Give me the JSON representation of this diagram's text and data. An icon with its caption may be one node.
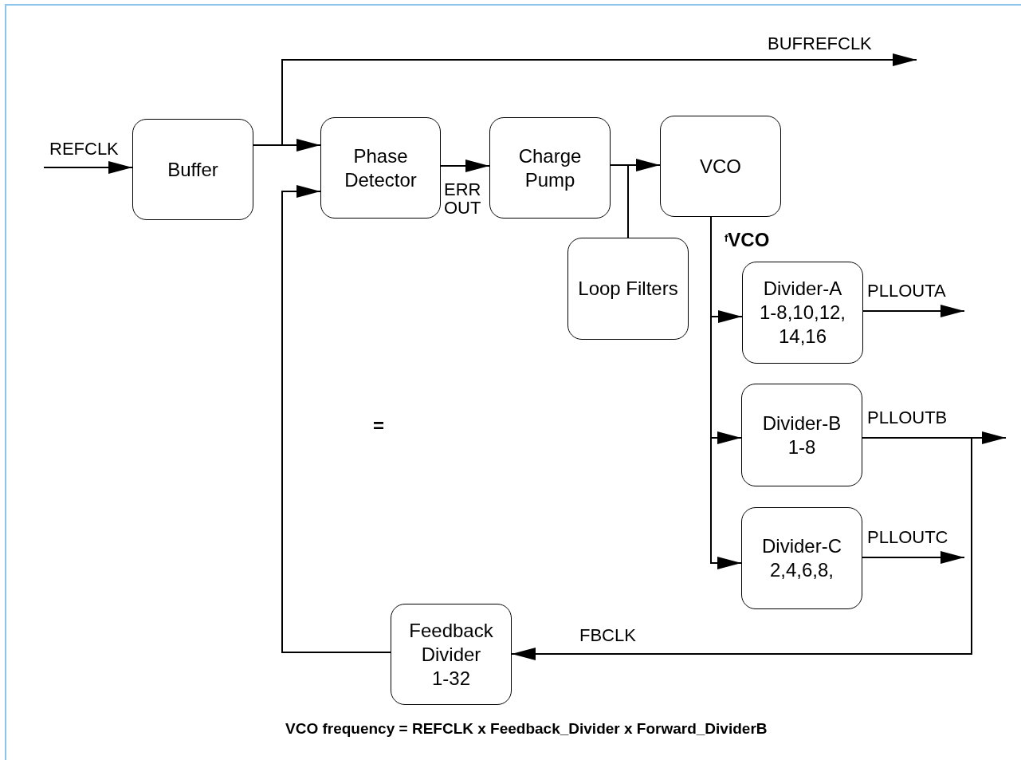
{
  "diagram": {
    "caption": "VCO frequency = REFCLK x Feedback_Divider x Forward_DividerB",
    "nodes": [
      {
        "text": [
          "Buffer"
        ]
      },
      {
        "text": [
          "Phase Detector"
        ]
      },
      {
        "text": [
          "Charge Pump"
        ]
      },
      {
        "text": [
          "VCO"
        ]
      },
      {
        "text": [
          "Loop Filters"
        ]
      },
      {
        "text": [
          "Divider-A",
          "1-8,10,12, 14,16"
        ]
      },
      {
        "text": [
          "Divider-B",
          "1-8"
        ]
      },
      {
        "text": [
          "Divider-C",
          "2,4,6,8,"
        ]
      },
      {
        "text": [
          "Feedback Divider",
          "1-32"
        ]
      }
    ],
    "edges": [
      {
        "from": null,
        "to": 0,
        "arrow": "to",
        "label": "REFCLK"
      },
      {
        "from": 0,
        "to": 1,
        "arrow": "to"
      },
      {
        "from": 0,
        "to": null,
        "arrow": "to",
        "label": "BUFREFCLK"
      },
      {
        "from": 1,
        "to": 2,
        "arrow": "to",
        "label": "ERR OUT"
      },
      {
        "from": 2,
        "to": 3,
        "arrow": "to"
      },
      {
        "from": 2,
        "to": 4,
        "arrow": "none"
      },
      {
        "from": 3,
        "to": 5,
        "arrow": "to"
      },
      {
        "from": 3,
        "to": 6,
        "arrow": "to"
      },
      {
        "from": 3,
        "to": 7,
        "arrow": "to"
      },
      {
        "from": 5,
        "to": null,
        "arrow": "to",
        "label": "PLLOUTA"
      },
      {
        "from": 6,
        "to": null,
        "arrow": "to",
        "label": "PLLOUTB"
      },
      {
        "from": 6,
        "to": 8,
        "arrow": "to",
        "label": "FBCLK"
      },
      {
        "from": 7,
        "to": null,
        "arrow": "to",
        "label": "PLLOUTC"
      },
      {
        "from": 8,
        "to": 1,
        "arrow": "to"
      }
    ],
    "labels": [
      "$^{f}$VCO",
      "="
    ]
  }
}
